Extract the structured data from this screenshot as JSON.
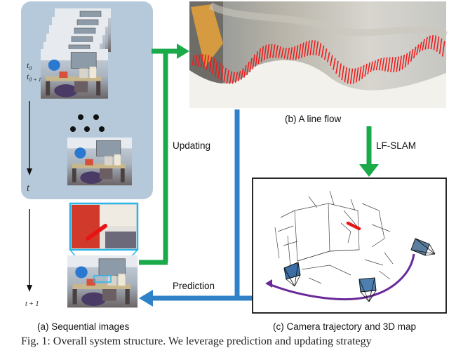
{
  "panels": {
    "sequential_images": "(a) Sequential images",
    "line_flow": "(b) A line flow",
    "camera_map": "(c) Camera trajectory and 3D map"
  },
  "arrows": {
    "updating": "Updating",
    "prediction": "Prediction",
    "lf_slam": "LF-SLAM"
  },
  "time_labels": {
    "t0": "t",
    "t0_sub": "0",
    "t0p1": "t",
    "t0p1_sub": "0 + 1",
    "t": "t",
    "t_plus_1": "t + 1"
  },
  "caption": "Fig. 1: Overall system structure. We leverage prediction and updating strategy",
  "colors": {
    "update_arrow": "#1aaa4a",
    "predict_arrow": "#2f82c8",
    "line_flow": "#ee1c1c",
    "trajectory": "#6a2a9a",
    "seq_panel_bg": "#b6c9da",
    "zoom_frame": "#2cb6e6"
  }
}
